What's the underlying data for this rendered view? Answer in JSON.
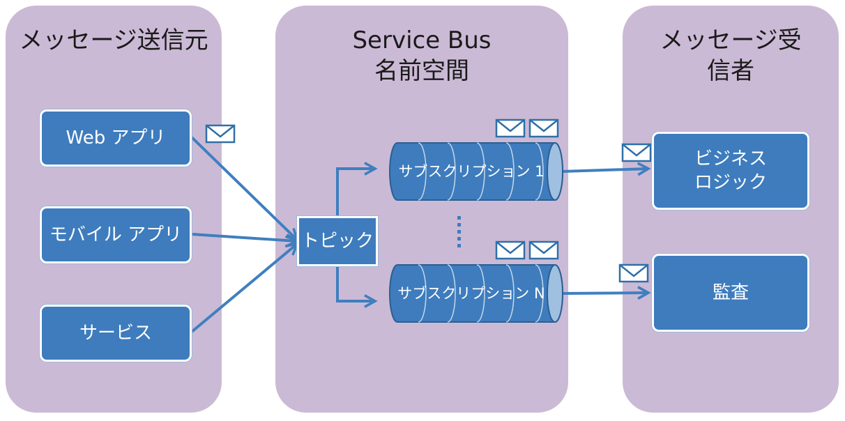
{
  "colors": {
    "panel": "#cbbad5",
    "box": "#3e7cbd",
    "arrow": "#3f7fbf",
    "cylinder": "#3e7cbd",
    "cylinder_cap": "#9fc0e0",
    "envelope": "#2f6fa8"
  },
  "panels": {
    "senders": {
      "title": "メッセージ送信元"
    },
    "namespace": {
      "title": "Service Bus\n名前空間"
    },
    "receivers": {
      "title": "メッセージ受\n信者"
    }
  },
  "senders": [
    {
      "label": "Web アプリ"
    },
    {
      "label": "モバイル アプリ"
    },
    {
      "label": "サービス"
    }
  ],
  "topic": {
    "label": "トピック"
  },
  "subscriptions": [
    {
      "label": "サブスクリプション 1"
    },
    {
      "label": "サブスクリプション N"
    }
  ],
  "receivers": [
    {
      "label": "ビジネス\nロジック"
    },
    {
      "label": "監査"
    }
  ],
  "icons": {
    "envelope": "envelope-icon",
    "ellipsis": "vertical-ellipsis"
  }
}
